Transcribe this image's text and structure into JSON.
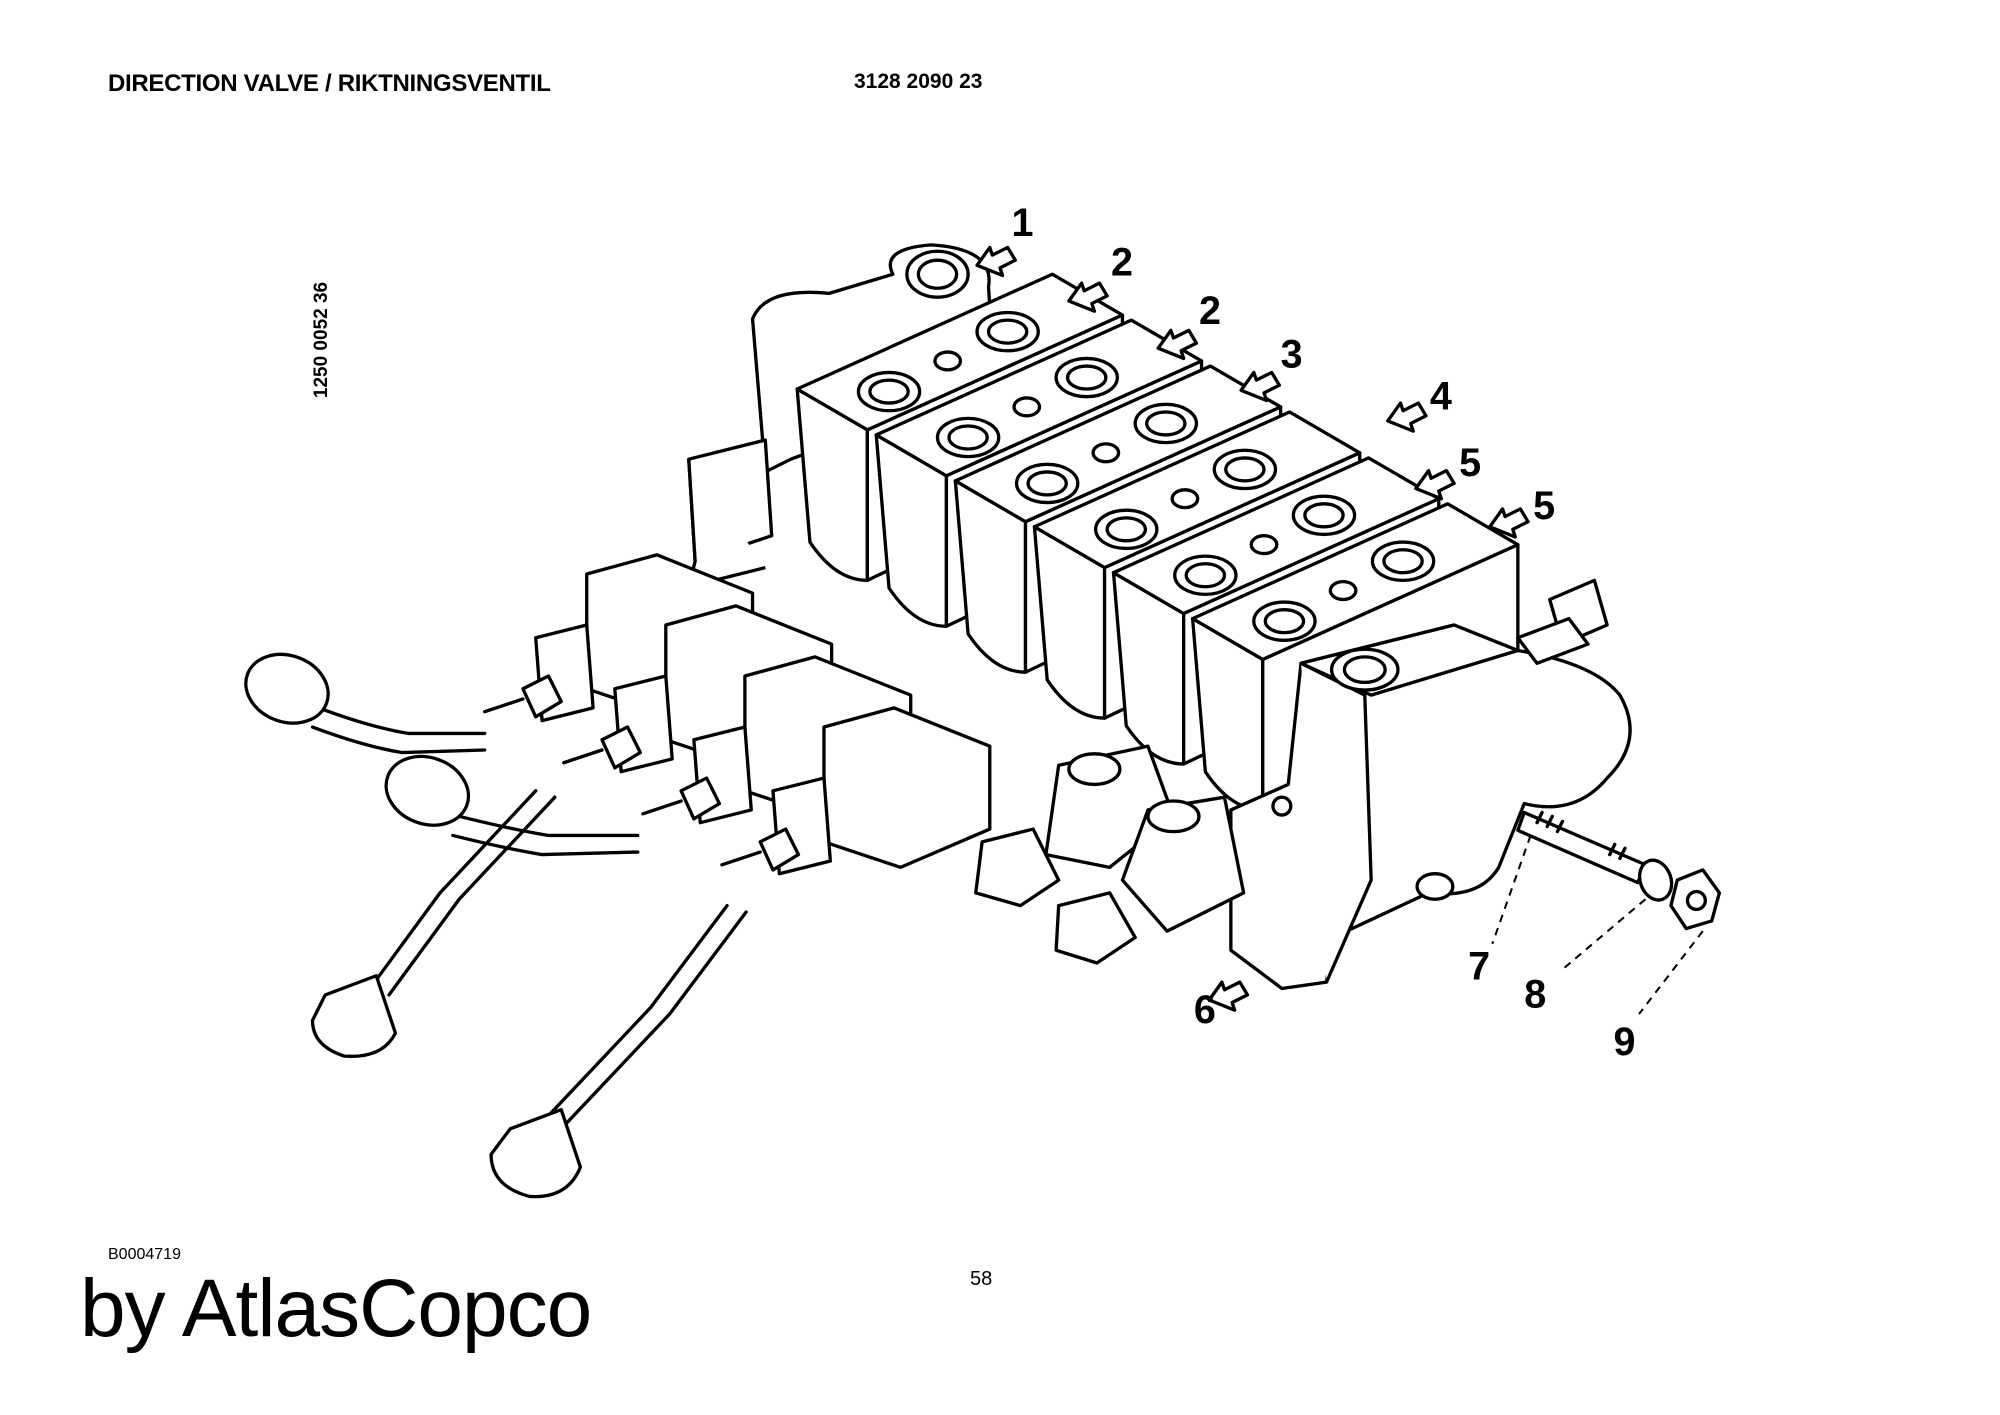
{
  "header": {
    "title": "DIRECTION VALVE / RIKTNINGSVENTIL",
    "part_number": "3128 2090 23"
  },
  "drawing": {
    "side_code": "1250 0052 36",
    "figure_code": "B0004719",
    "callouts": [
      "1",
      "2",
      "2",
      "3",
      "4",
      "5",
      "5",
      "6",
      "7",
      "8",
      "9"
    ]
  },
  "footer": {
    "brand": "by AtlasCopco",
    "page_number": "58"
  }
}
